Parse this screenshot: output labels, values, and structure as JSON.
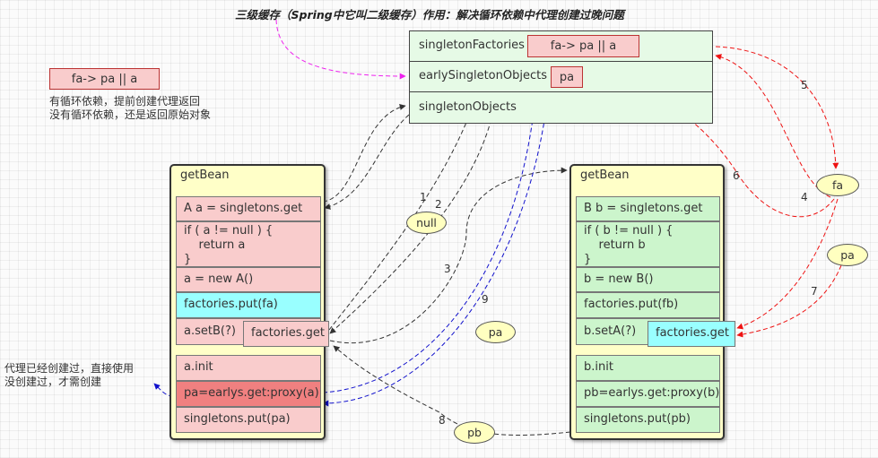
{
  "title": "三级缓存（Spring中它叫二级缓存）作用：解决循环依赖中代理创建过晚问题",
  "cache": {
    "rows": [
      "singletonFactories",
      "earlySingletonObjects",
      "singletonObjects"
    ],
    "factory_tag": "fa-> pa || a",
    "early_tag": "pa"
  },
  "legend": {
    "tag": "fa-> pa || a",
    "line1": "有循环依赖，提前创建代理返回",
    "line2": "没有循环依赖，还是返回原始对象"
  },
  "bean_a": {
    "title": "getBean",
    "cells": [
      "A a = singletons.get",
      "if ( a != null ) {\n    return a\n}",
      "a = new A()",
      "factories.put(fa)",
      "a.setB(?)",
      "a.init",
      "pa=earlys.get:proxy(a)",
      "singletons.put(pa)"
    ],
    "factories_get": "factories.get"
  },
  "bean_b": {
    "title": "getBean",
    "cells": [
      "B b = singletons.get",
      "if ( b != null ) {\n    return b\n}",
      "b = new B()",
      "factories.put(fb)",
      "b.setA(?)",
      "b.init",
      "pb=earlys.get:proxy(b)",
      "singletons.put(pb)"
    ],
    "factories_get": "factories.get"
  },
  "ellipses": [
    "null",
    "pa",
    "pb",
    "fa",
    "pa"
  ],
  "proxy_note": {
    "line1": "代理已经创建过，直接使用",
    "line2": "没创建过，才需创建"
  },
  "step_numbers": [
    "1",
    "2",
    "3",
    "4",
    "5",
    "6",
    "7",
    "8",
    "9"
  ],
  "colors": {
    "black_arrow": "#333333",
    "red_arrow": "#ee1111",
    "blue_arrow": "#1111cc",
    "magenta_arrow": "#ee22ee",
    "bean_bg": "#ffffc8",
    "cache_bg": "#e6fae6"
  }
}
